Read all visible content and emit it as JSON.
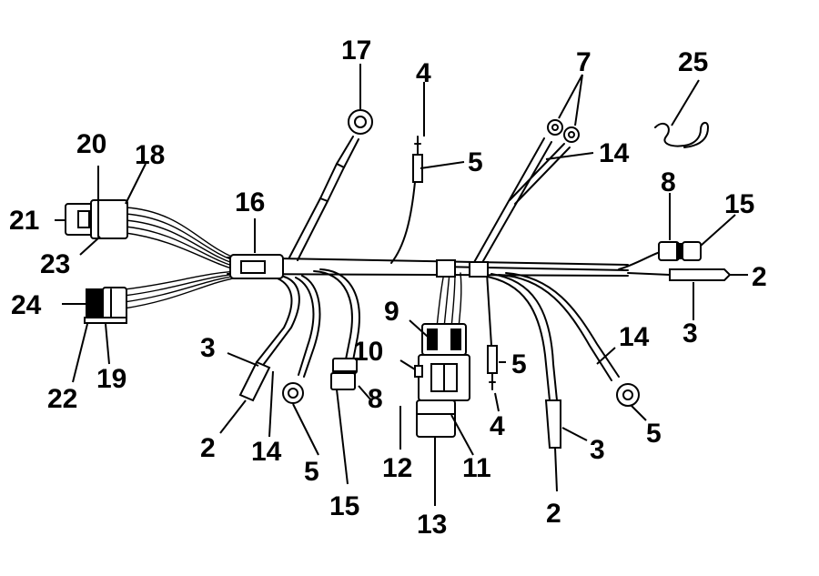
{
  "diagram": {
    "callouts": [
      {
        "id": "c17",
        "text": "17"
      },
      {
        "id": "c4a",
        "text": "4"
      },
      {
        "id": "c5a",
        "text": "5"
      },
      {
        "id": "c7",
        "text": "7"
      },
      {
        "id": "c25",
        "text": "25"
      },
      {
        "id": "c14a",
        "text": "14"
      },
      {
        "id": "c20",
        "text": "20"
      },
      {
        "id": "c18",
        "text": "18"
      },
      {
        "id": "c16",
        "text": "16"
      },
      {
        "id": "c8a",
        "text": "8"
      },
      {
        "id": "c15a",
        "text": "15"
      },
      {
        "id": "c21",
        "text": "21"
      },
      {
        "id": "c23",
        "text": "23"
      },
      {
        "id": "c2a",
        "text": "2"
      },
      {
        "id": "c24",
        "text": "24"
      },
      {
        "id": "c9",
        "text": "9"
      },
      {
        "id": "c3a",
        "text": "3"
      },
      {
        "id": "c14b",
        "text": "14"
      },
      {
        "id": "c3b",
        "text": "3"
      },
      {
        "id": "c10",
        "text": "10"
      },
      {
        "id": "c5b",
        "text": "5"
      },
      {
        "id": "c19",
        "text": "19"
      },
      {
        "id": "c22",
        "text": "22"
      },
      {
        "id": "c8b",
        "text": "8"
      },
      {
        "id": "c4b",
        "text": "4"
      },
      {
        "id": "c5c",
        "text": "5"
      },
      {
        "id": "c2b",
        "text": "2"
      },
      {
        "id": "c14c",
        "text": "14"
      },
      {
        "id": "c3c",
        "text": "3"
      },
      {
        "id": "c12",
        "text": "12"
      },
      {
        "id": "c11",
        "text": "11"
      },
      {
        "id": "c5d",
        "text": "5"
      },
      {
        "id": "c15b",
        "text": "15"
      },
      {
        "id": "c13",
        "text": "13"
      },
      {
        "id": "c2c",
        "text": "2"
      }
    ]
  }
}
